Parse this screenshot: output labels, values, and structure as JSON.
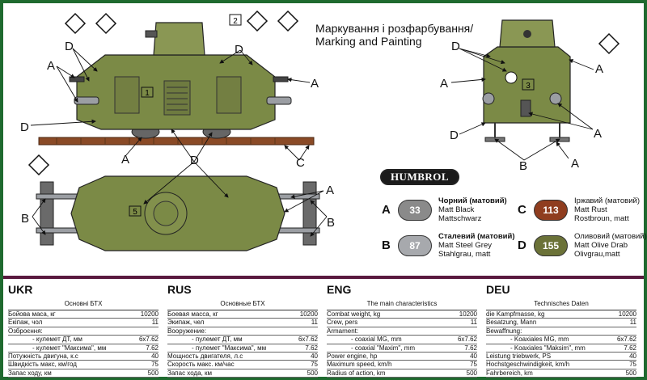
{
  "header": {
    "title_ua": "Маркування і розфарбування/",
    "title_en": "Marking and Painting"
  },
  "callouts": {
    "a": "A",
    "b": "B",
    "c": "C",
    "d": "D",
    "n1": "1",
    "n2": "2",
    "n3": "3",
    "n5": "5"
  },
  "humbrol": "HUMBROL",
  "paints": [
    {
      "letter": "A",
      "number": "33",
      "color": "#8a8a8a",
      "lines": [
        "Чорний (матовий)",
        "Matt Black",
        "Mattschwarz"
      ]
    },
    {
      "letter": "B",
      "number": "87",
      "color": "#a7a9ad",
      "lines": [
        "Сталевий (матовий)",
        "Matt Steel Grey",
        "Stahlgrau, matt"
      ]
    },
    {
      "letter": "C",
      "number": "113",
      "color": "#8f3d1f",
      "lines": [
        "Іржавий (матовий)",
        "Matt Rust",
        "Rostbroun, matt"
      ]
    },
    {
      "letter": "D",
      "number": "155",
      "color": "#6b7238",
      "lines": [
        "Оливовий (матовий)",
        "Matt Olive Drab",
        "Olivgrau,matt"
      ]
    }
  ],
  "specs": [
    {
      "lang": "UKR",
      "heading": "Основні БТХ",
      "rows": [
        {
          "k": "Бойова маса, кг",
          "v": "10200"
        },
        {
          "k": "Екіпаж, чол",
          "v": "11"
        },
        {
          "k": "Озброєння:",
          "v": ""
        },
        {
          "k": "- кулемет ДТ, мм",
          "v": "6x7.62",
          "indent": true
        },
        {
          "k": "- кулемет \"Максима\", мм",
          "v": "7.62",
          "indent": true
        },
        {
          "k": "Потужність двигуна, к.с",
          "v": "40"
        },
        {
          "k": "Швидкість макс, км/год",
          "v": "75"
        },
        {
          "k": "Запас ходу, км",
          "v": "500"
        }
      ]
    },
    {
      "lang": "RUS",
      "heading": "Основные БТХ",
      "rows": [
        {
          "k": "Боевая масса, кг",
          "v": "10200"
        },
        {
          "k": "Экипаж, чел",
          "v": "11"
        },
        {
          "k": "Вооружение:",
          "v": ""
        },
        {
          "k": "- пулемет ДТ, мм",
          "v": "6x7.62",
          "indent": true
        },
        {
          "k": "- пулемет \"Максима\", мм",
          "v": "7.62",
          "indent": true
        },
        {
          "k": "Мощность двигателя, л.с",
          "v": "40"
        },
        {
          "k": "Скорость макс. км/час",
          "v": "75"
        },
        {
          "k": "Запас хода, км",
          "v": "500"
        }
      ]
    },
    {
      "lang": "ENG",
      "heading": "The main characteristics",
      "rows": [
        {
          "k": "Combat weight, kg",
          "v": "10200"
        },
        {
          "k": "Crew, pers",
          "v": "11"
        },
        {
          "k": "Armament:",
          "v": ""
        },
        {
          "k": "- coaxial MG, mm",
          "v": "6x7.62",
          "indent": true
        },
        {
          "k": "- coaxial \"Maxim\", mm",
          "v": "7.62",
          "indent": true
        },
        {
          "k": "Power engine, hp",
          "v": "40"
        },
        {
          "k": "Maximum speed, km/h",
          "v": "75"
        },
        {
          "k": "Radius of action, km",
          "v": "500"
        }
      ]
    },
    {
      "lang": "DEU",
      "heading": "Technisches Daten",
      "rows": [
        {
          "k": "die Kampfmasse, kg",
          "v": "10200"
        },
        {
          "k": "Besatzung, Mann",
          "v": "11"
        },
        {
          "k": "Bewaffnung:",
          "v": ""
        },
        {
          "k": "- Koaxiales MG, mm",
          "v": "6x7.62",
          "indent": true
        },
        {
          "k": "- Koaxiales \"Maksim\", mm",
          "v": "7.62",
          "indent": true
        },
        {
          "k": "Leistung triebwerk, PS",
          "v": "40"
        },
        {
          "k": "Hochstgeschwindigkeit, km/h",
          "v": "75"
        },
        {
          "k": "Fahrbereich, km",
          "v": "500"
        }
      ]
    }
  ]
}
